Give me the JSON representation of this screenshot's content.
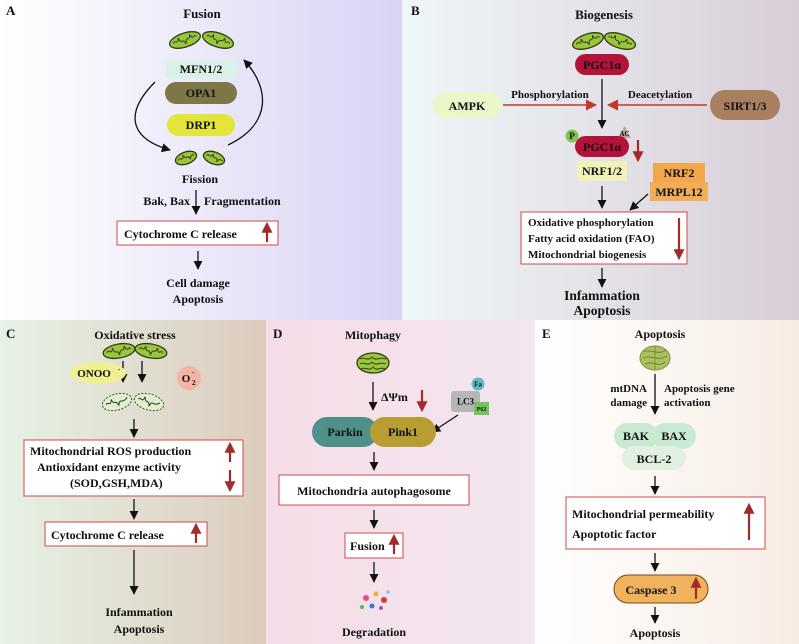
{
  "panels": {
    "a": {
      "letter": "A",
      "title": "Fusion",
      "mfn": "MFN1/2",
      "opa": "OPA1",
      "drp": "DRP1",
      "fission": "Fission",
      "bak_bax": "Bak, Bax",
      "fragmentation": "Fragmentation",
      "cytc": "Cytochrome C release",
      "damage": "Cell damage",
      "apoptosis": "Apoptosis"
    },
    "b": {
      "letter": "B",
      "title": "Biogenesis",
      "pgc1a": "PGC1α",
      "ampk": "AMPK",
      "phosphorylation": "Phosphorylation",
      "deacetylation": "Deacetylation",
      "sirt": "SIRT1/3",
      "p": "P",
      "ac": "AC",
      "pgc1a2": "PGC1α",
      "nrf12": "NRF1/2",
      "nrf2": "NRF2",
      "mrpl12": "MRPL12",
      "oxphos": "Oxidative phosphorylation",
      "fao": "Fatty acid oxidation (FAO)",
      "biogen": "Mitochondrial biogenesis",
      "infl": "Infammation",
      "apoptosis": "Apoptosis"
    },
    "c": {
      "letter": "C",
      "title": "Oxidative stress",
      "onoo": "ONOO",
      "onoo_sup": "-",
      "o2": "O",
      "o2_sub": "2",
      "o2_sup": "-",
      "ros": "Mitochondrial ROS production",
      "antiox": "Antioxidant enzyme activity",
      "sod": "(SOD,GSH,MDA)",
      "cytc": "Cytochrome C release",
      "infl": "Infammation",
      "apoptosis": "Apoptosis"
    },
    "d": {
      "letter": "D",
      "title": "Mitophagy",
      "dpsi": "ΔΨm",
      "fa": "Fa",
      "lc3": "LC3",
      "p62": "P62",
      "parkin": "Parkin",
      "pink1": "Pink1",
      "autophago": "Mitochondria autophagosome",
      "fusion": "Fusion",
      "degradation": "Degradation"
    },
    "e": {
      "letter": "E",
      "title": "Apoptosis",
      "mtdna1": "mtDNA",
      "mtdna2": "damage",
      "gene1": "Apoptosis gene",
      "gene2": "activation",
      "bak": "BAK",
      "bax": "BAX",
      "bcl2": "BCL-2",
      "perm": "Mitochondrial permeability",
      "factor": "Apoptotic factor",
      "caspase": "Caspase 3",
      "apoptosis": "Apoptosis"
    }
  }
}
